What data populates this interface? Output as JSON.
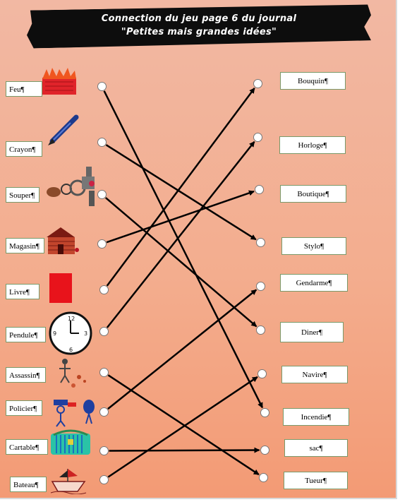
{
  "header": {
    "line1": "Connection du jeu page 6 du journal",
    "line2": "\"Petites mais grandes idées\""
  },
  "left_items": [
    {
      "label": "Feu¶",
      "icon": "fire-icon"
    },
    {
      "label": "Crayon¶",
      "icon": "pen-icon"
    },
    {
      "label": "Souper¶",
      "icon": "food-icon"
    },
    {
      "label": "Magasin¶",
      "icon": "shop-icon"
    },
    {
      "label": "Livre¶",
      "icon": "book-icon"
    },
    {
      "label": "Pendule¶",
      "icon": "clock-icon"
    },
    {
      "label": "Assassin¶",
      "icon": "assassin-icon"
    },
    {
      "label": "Policier¶",
      "icon": "police-icon"
    },
    {
      "label": "Cartable¶",
      "icon": "schoolbag-icon"
    },
    {
      "label": "Bateau¶",
      "icon": "boat-icon"
    }
  ],
  "right_items": [
    {
      "label": "Bouquin¶"
    },
    {
      "label": "Horloge¶"
    },
    {
      "label": "Boutique¶"
    },
    {
      "label": "Stylo¶"
    },
    {
      "label": "Gendarme¶"
    },
    {
      "label": "Diner¶"
    },
    {
      "label": "Navire¶"
    },
    {
      "label": "Incendie¶"
    },
    {
      "label": "sac¶"
    },
    {
      "label": "Tueur¶"
    }
  ],
  "connections": [
    {
      "from": "Feu¶",
      "to": "Incendie¶"
    },
    {
      "from": "Crayon¶",
      "to": "Stylo¶"
    },
    {
      "from": "Souper¶",
      "to": "Diner¶"
    },
    {
      "from": "Magasin¶",
      "to": "Boutique¶"
    },
    {
      "from": "Livre¶",
      "to": "Bouquin¶"
    },
    {
      "from": "Pendule¶",
      "to": "Horloge¶"
    },
    {
      "from": "Assassin¶",
      "to": "Tueur¶"
    },
    {
      "from": "Policier¶",
      "to": "Gendarme¶"
    },
    {
      "from": "Cartable¶",
      "to": "sac¶"
    },
    {
      "from": "Bateau¶",
      "to": "Navire¶"
    }
  ]
}
